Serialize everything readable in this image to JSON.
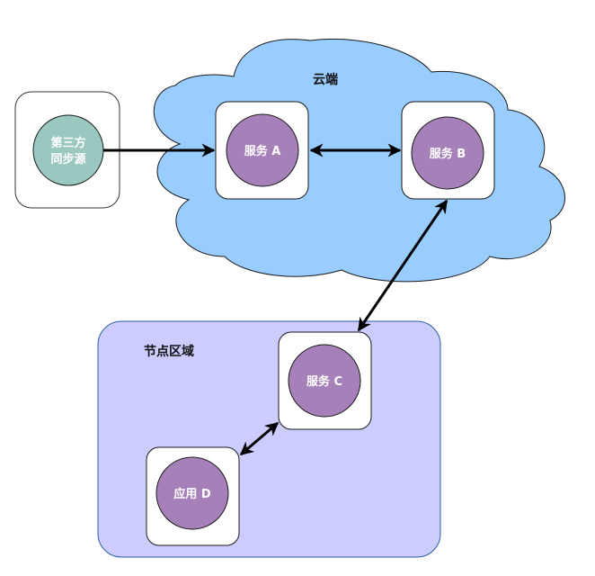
{
  "diagram": {
    "colors": {
      "cloud_fill": "#99ccff",
      "region_fill": "#ccccff",
      "region_stroke": "#2e5ea8",
      "service_circle": "#a680b8",
      "source_circle": "#9ac7bf",
      "box_fill": "#ffffff",
      "edge": "#000000"
    },
    "cloud": {
      "label": "云端"
    },
    "region": {
      "label": "节点区域"
    },
    "nodes": {
      "source": {
        "label_line1": "第三方",
        "label_line2": "同步源"
      },
      "service_a": {
        "label": "服务 A"
      },
      "service_b": {
        "label": "服务 B"
      },
      "service_c": {
        "label": "服务 C"
      },
      "app_d": {
        "label": "应用 D"
      }
    },
    "edges": [
      {
        "from": "第三方同步源",
        "to": "服务 A",
        "direction": "one-way"
      },
      {
        "from": "服务 A",
        "to": "服务 B",
        "direction": "bidirectional"
      },
      {
        "from": "服务 B",
        "to": "服务 C",
        "direction": "bidirectional"
      },
      {
        "from": "服务 C",
        "to": "应用 D",
        "direction": "bidirectional"
      }
    ]
  }
}
